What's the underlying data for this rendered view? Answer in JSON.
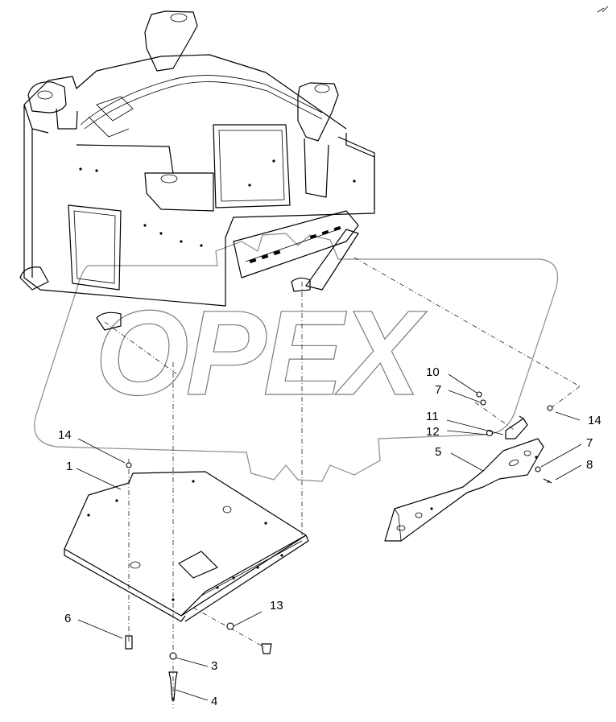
{
  "watermark": {
    "text": "OPEX"
  },
  "callouts": [
    {
      "id": "c1",
      "label": "1"
    },
    {
      "id": "c3",
      "label": "3"
    },
    {
      "id": "c4",
      "label": "4"
    },
    {
      "id": "c5",
      "label": "5"
    },
    {
      "id": "c6",
      "label": "6"
    },
    {
      "id": "c7a",
      "label": "7"
    },
    {
      "id": "c7b",
      "label": "7"
    },
    {
      "id": "c8",
      "label": "8"
    },
    {
      "id": "c10",
      "label": "10"
    },
    {
      "id": "c11",
      "label": "11"
    },
    {
      "id": "c12",
      "label": "12"
    },
    {
      "id": "c13",
      "label": "13"
    },
    {
      "id": "c14a",
      "label": "14"
    },
    {
      "id": "c14b",
      "label": "14"
    }
  ]
}
